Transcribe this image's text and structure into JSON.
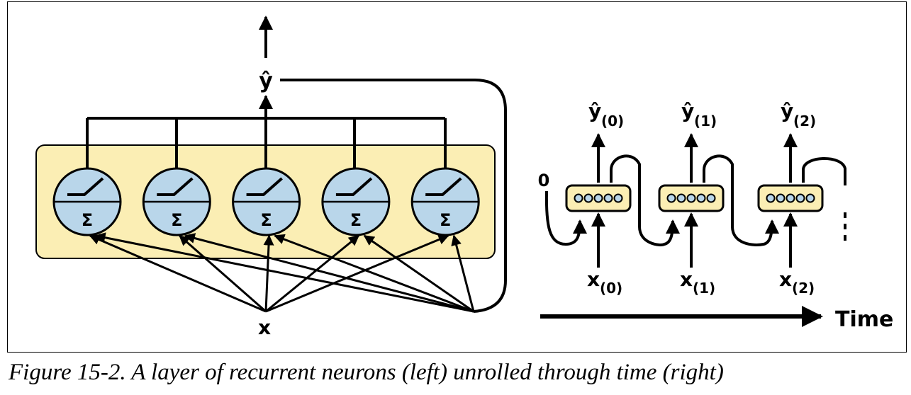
{
  "left": {
    "output_label": "ŷ",
    "input_label": "x",
    "neuron_count": 5,
    "neuron_symbol": "Σ"
  },
  "right": {
    "initial_state": "0",
    "steps": [
      {
        "output": "ŷ",
        "output_sub": "(0)",
        "input": "x",
        "input_sub": "(0)"
      },
      {
        "output": "ŷ",
        "output_sub": "(1)",
        "input": "x",
        "input_sub": "(1)"
      },
      {
        "output": "ŷ",
        "output_sub": "(2)",
        "input": "x",
        "input_sub": "(2)"
      }
    ],
    "time_label": "Time"
  },
  "caption": "Figure 15-2. A layer of recurrent neurons (left) unrolled through time (right)",
  "colors": {
    "layer_fill": "#fbeeb4",
    "neuron_fill": "#b9d6ea",
    "unit_fill": "#b9d6ea",
    "line": "#000000"
  }
}
